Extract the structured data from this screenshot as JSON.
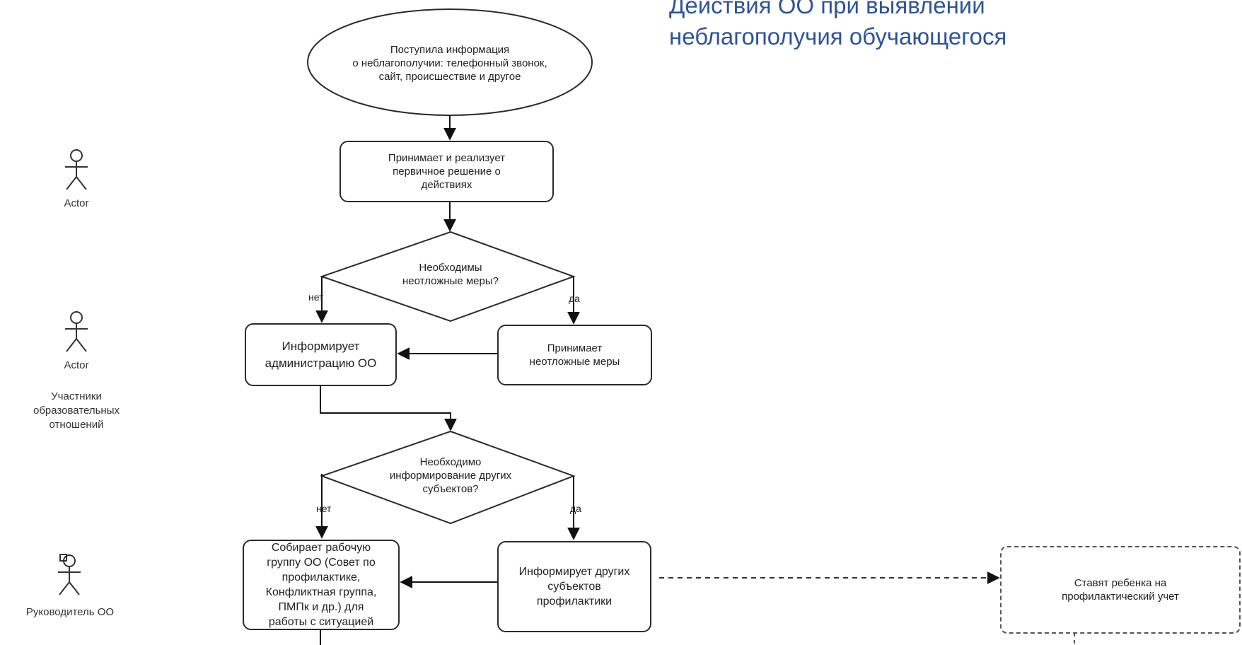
{
  "title": {
    "line1": "Действия ОО при выявлении",
    "line2": "неблагополучия обучающегося"
  },
  "actors": [
    {
      "label": "Actor"
    },
    {
      "label": "Actor"
    },
    {
      "label": "Руководитель ОО"
    }
  ],
  "participants_label": [
    "Участники",
    "образовательных",
    "отношений"
  ],
  "nodes": {
    "start": [
      "Поступила информация",
      "о  неблагополучии: телефонный звонок,",
      "сайт, происшествие и другое"
    ],
    "primary_decision": [
      "Принимает и реализует",
      "первичное решение о",
      "действиях"
    ],
    "urgent_question": [
      "Необходимы",
      "неотложные меры?"
    ],
    "inform_admin": [
      "Информирует",
      "администрацию ОО"
    ],
    "take_urgent": [
      "Принимает",
      "неотложные меры"
    ],
    "inform_others_question": [
      "Необходимо",
      "информирование других",
      "субъектов?"
    ],
    "working_group": [
      "Собирает рабочую",
      "группу ОО (Совет по",
      "профилактике,",
      "Конфликтная группа,",
      "ПМПк и др.) для",
      "работы с ситуацией"
    ],
    "inform_subjects": [
      "Информирует других",
      "субъектов",
      "профилактики"
    ],
    "register_child": [
      "Ставят ребенка на",
      "профилактический учет"
    ]
  },
  "edge_labels": {
    "no1": "нет",
    "yes1": "да",
    "no2": "нет",
    "yes2": "да"
  }
}
